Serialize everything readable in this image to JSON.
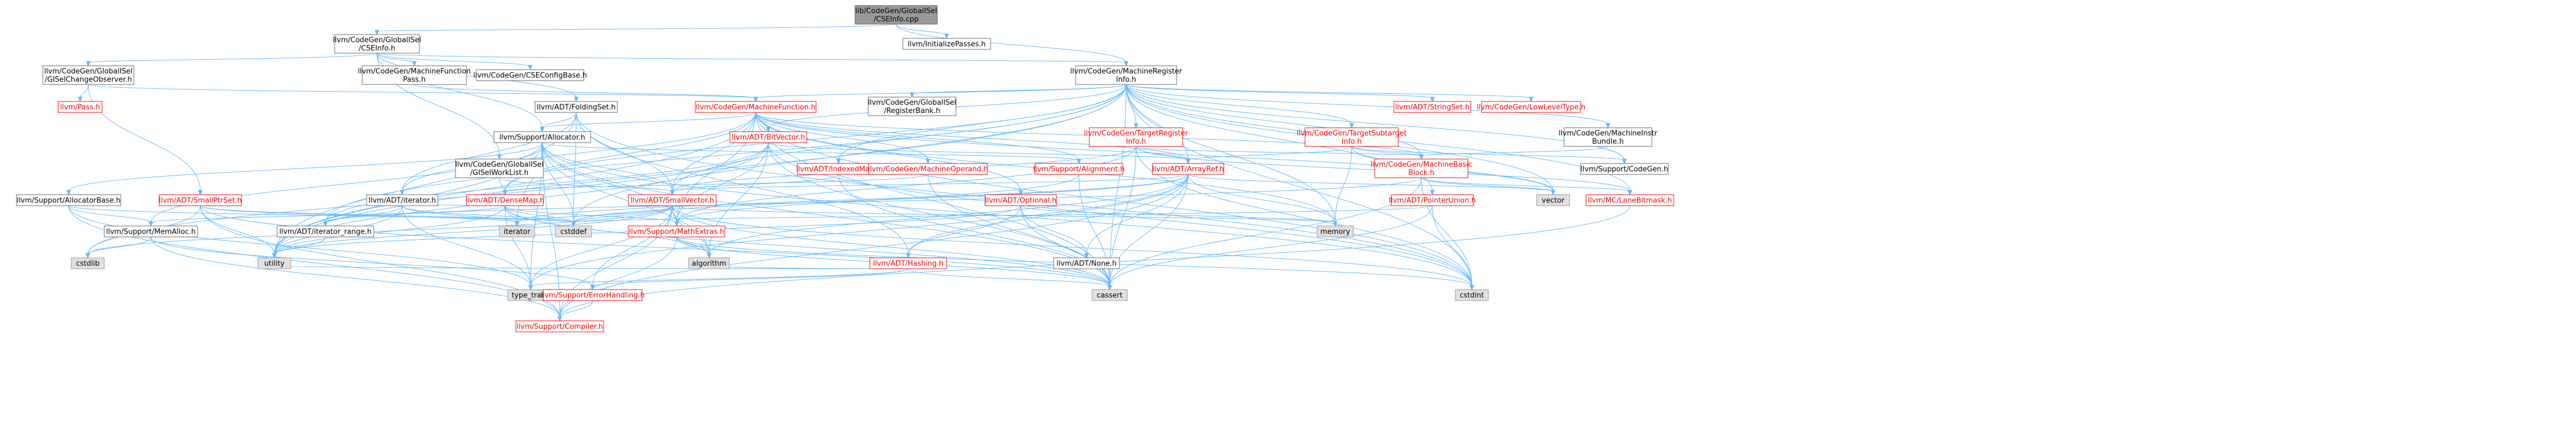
{
  "colors": {
    "root_fill": "#999999",
    "default_fill": "#ffffff",
    "default_stroke": "#666666",
    "linked_stroke": "#ff0000",
    "linked_text": "#ff0000",
    "system_fill": "#e0e0e0",
    "system_stroke": "#999999",
    "edge": "#63b8ff",
    "text": "#000000"
  },
  "nodes": [
    {
      "id": "root",
      "lines": [
        "lib/CodeGen/GlobalISel",
        "/CSEInfo.cpp"
      ],
      "kind": "root"
    },
    {
      "id": "cseinfo",
      "lines": [
        "llvm/CodeGen/GlobalISel",
        "/CSEInfo.h"
      ],
      "kind": "plain"
    },
    {
      "id": "initpasses",
      "lines": [
        "llvm/InitializePasses.h"
      ],
      "kind": "plain"
    },
    {
      "id": "gisel_obs",
      "lines": [
        "llvm/CodeGen/GlobalISel",
        "/GISelChangeObserver.h"
      ],
      "kind": "plain"
    },
    {
      "id": "mfpass",
      "lines": [
        "llvm/CodeGen/MachineFunction",
        "Pass.h"
      ],
      "kind": "plain"
    },
    {
      "id": "csecfg",
      "lines": [
        "llvm/CodeGen/CSEConfigBase.h"
      ],
      "kind": "plain"
    },
    {
      "id": "mri",
      "lines": [
        "llvm/CodeGen/MachineRegister",
        "Info.h"
      ],
      "kind": "plain"
    },
    {
      "id": "pass",
      "lines": [
        "llvm/Pass.h"
      ],
      "kind": "linked"
    },
    {
      "id": "foldingset",
      "lines": [
        "llvm/ADT/FoldingSet.h"
      ],
      "kind": "plain"
    },
    {
      "id": "mf",
      "lines": [
        "llvm/CodeGen/MachineFunction.h"
      ],
      "kind": "linked"
    },
    {
      "id": "regbank",
      "lines": [
        "llvm/CodeGen/GlobalISel",
        "/RegisterBank.h"
      ],
      "kind": "plain"
    },
    {
      "id": "stringset",
      "lines": [
        "llvm/ADT/StringSet.h"
      ],
      "kind": "linked"
    },
    {
      "id": "lowlevel",
      "lines": [
        "llvm/CodeGen/LowLevelType.h"
      ],
      "kind": "linked"
    },
    {
      "id": "allocator",
      "lines": [
        "llvm/Support/Allocator.h"
      ],
      "kind": "plain"
    },
    {
      "id": "bitvector",
      "lines": [
        "llvm/ADT/BitVector.h"
      ],
      "kind": "linked"
    },
    {
      "id": "tri",
      "lines": [
        "llvm/CodeGen/TargetRegister",
        "Info.h"
      ],
      "kind": "linked"
    },
    {
      "id": "tsi",
      "lines": [
        "llvm/CodeGen/TargetSubtarget",
        "Info.h"
      ],
      "kind": "linked"
    },
    {
      "id": "mibundle",
      "lines": [
        "llvm/CodeGen/MachineInstr",
        "Bundle.h"
      ],
      "kind": "plain"
    },
    {
      "id": "worklist",
      "lines": [
        "llvm/CodeGen/GlobalISel",
        "/GISelWorkList.h"
      ],
      "kind": "plain"
    },
    {
      "id": "indexedmap",
      "lines": [
        "llvm/ADT/IndexedMap.h"
      ],
      "kind": "linked"
    },
    {
      "id": "mop",
      "lines": [
        "llvm/CodeGen/MachineOperand.h"
      ],
      "kind": "linked"
    },
    {
      "id": "alignment",
      "lines": [
        "llvm/Support/Alignment.h"
      ],
      "kind": "linked"
    },
    {
      "id": "arrayref",
      "lines": [
        "llvm/ADT/ArrayRef.h"
      ],
      "kind": "linked"
    },
    {
      "id": "mbb",
      "lines": [
        "llvm/CodeGen/MachineBasic",
        "Block.h"
      ],
      "kind": "linked"
    },
    {
      "id": "scodegen",
      "lines": [
        "llvm/Support/CodeGen.h"
      ],
      "kind": "plain"
    },
    {
      "id": "allocbase",
      "lines": [
        "llvm/Support/AllocatorBase.h"
      ],
      "kind": "plain"
    },
    {
      "id": "smallptrset",
      "lines": [
        "llvm/ADT/SmallPtrSet.h"
      ],
      "kind": "linked"
    },
    {
      "id": "iterator",
      "lines": [
        "llvm/ADT/iterator.h"
      ],
      "kind": "plain"
    },
    {
      "id": "densemap",
      "lines": [
        "llvm/ADT/DenseMap.h"
      ],
      "kind": "linked"
    },
    {
      "id": "smallvector",
      "lines": [
        "llvm/ADT/SmallVector.h"
      ],
      "kind": "linked"
    },
    {
      "id": "optional",
      "lines": [
        "llvm/ADT/Optional.h"
      ],
      "kind": "linked"
    },
    {
      "id": "pointerunion",
      "lines": [
        "llvm/ADT/PointerUnion.h"
      ],
      "kind": "linked"
    },
    {
      "id": "lanebitmask",
      "lines": [
        "llvm/MC/LaneBitmask.h"
      ],
      "kind": "linked"
    },
    {
      "id": "vector",
      "lines": [
        "vector"
      ],
      "kind": "system"
    },
    {
      "id": "memalloc",
      "lines": [
        "llvm/Support/MemAlloc.h"
      ],
      "kind": "plain"
    },
    {
      "id": "iterrange",
      "lines": [
        "llvm/ADT/iterator_range.h"
      ],
      "kind": "plain"
    },
    {
      "id": "iteratorsys",
      "lines": [
        "iterator"
      ],
      "kind": "system"
    },
    {
      "id": "cstddef",
      "lines": [
        "cstddef"
      ],
      "kind": "system"
    },
    {
      "id": "mathextras",
      "lines": [
        "llvm/Support/MathExtras.h"
      ],
      "kind": "linked"
    },
    {
      "id": "hashing",
      "lines": [
        "llvm/ADT/Hashing.h"
      ],
      "kind": "linked"
    },
    {
      "id": "none",
      "lines": [
        "llvm/ADT/None.h"
      ],
      "kind": "plain"
    },
    {
      "id": "memory",
      "lines": [
        "memory"
      ],
      "kind": "system"
    },
    {
      "id": "cstdlib",
      "lines": [
        "cstdlib"
      ],
      "kind": "system"
    },
    {
      "id": "utility",
      "lines": [
        "utility"
      ],
      "kind": "system"
    },
    {
      "id": "typetraits",
      "lines": [
        "type_traits"
      ],
      "kind": "system"
    },
    {
      "id": "algorithm",
      "lines": [
        "algorithm"
      ],
      "kind": "system"
    },
    {
      "id": "errhandling",
      "lines": [
        "llvm/Support/ErrorHandling.h"
      ],
      "kind": "linked"
    },
    {
      "id": "cassert",
      "lines": [
        "cassert"
      ],
      "kind": "system"
    },
    {
      "id": "cstdint",
      "lines": [
        "cstdint"
      ],
      "kind": "system"
    },
    {
      "id": "compiler",
      "lines": [
        "llvm/Support/Compiler.h"
      ],
      "kind": "linked"
    }
  ],
  "edges": [
    [
      "root",
      "cseinfo"
    ],
    [
      "root",
      "initpasses"
    ],
    [
      "root",
      "mri"
    ],
    [
      "cseinfo",
      "gisel_obs"
    ],
    [
      "cseinfo",
      "mfpass"
    ],
    [
      "cseinfo",
      "csecfg"
    ],
    [
      "cseinfo",
      "foldingset"
    ],
    [
      "cseinfo",
      "allocator"
    ],
    [
      "cseinfo",
      "worklist"
    ],
    [
      "cseinfo",
      "mri"
    ],
    [
      "gisel_obs",
      "pass"
    ],
    [
      "gisel_obs",
      "smallptrset"
    ],
    [
      "gisel_obs",
      "mf"
    ],
    [
      "mfpass",
      "mf"
    ],
    [
      "mri",
      "mf"
    ],
    [
      "mri",
      "regbank"
    ],
    [
      "mri",
      "stringset"
    ],
    [
      "mri",
      "lowlevel"
    ],
    [
      "mri",
      "bitvector"
    ],
    [
      "mri",
      "tri"
    ],
    [
      "mri",
      "tsi"
    ],
    [
      "mri",
      "mibundle"
    ],
    [
      "mri",
      "indexedmap"
    ],
    [
      "mri",
      "arrayref"
    ],
    [
      "mri",
      "mbb"
    ],
    [
      "mri",
      "pointerunion"
    ],
    [
      "mri",
      "lanebitmask"
    ],
    [
      "mri",
      "densemap"
    ],
    [
      "mri",
      "smallvector"
    ],
    [
      "mri",
      "iterrange"
    ],
    [
      "mri",
      "vector"
    ],
    [
      "mri",
      "scodegen"
    ],
    [
      "mri",
      "memory"
    ],
    [
      "mri",
      "cassert"
    ],
    [
      "mri",
      "cstddef"
    ],
    [
      "mri",
      "cstdint"
    ],
    [
      "mri",
      "utility"
    ],
    [
      "foldingset",
      "allocator"
    ],
    [
      "foldingset",
      "smallvector"
    ],
    [
      "foldingset",
      "iterator"
    ],
    [
      "foldingset",
      "cstddef"
    ],
    [
      "foldingset",
      "cstdint"
    ],
    [
      "foldingset",
      "utility"
    ],
    [
      "foldingset",
      "hashing"
    ],
    [
      "mf",
      "allocator"
    ],
    [
      "mf",
      "bitvector"
    ],
    [
      "mf",
      "densemap"
    ],
    [
      "mf",
      "smallvector"
    ],
    [
      "mf",
      "arrayref"
    ],
    [
      "mf",
      "mbb"
    ],
    [
      "mf",
      "optional"
    ],
    [
      "mf",
      "iterator"
    ],
    [
      "mf",
      "alignment"
    ],
    [
      "mf",
      "mop"
    ],
    [
      "mf",
      "memory"
    ],
    [
      "mf",
      "vector"
    ],
    [
      "mf",
      "cassert"
    ],
    [
      "mf",
      "cstdint"
    ],
    [
      "mf",
      "utility"
    ],
    [
      "mf",
      "mathextras"
    ],
    [
      "allocator",
      "allocbase"
    ],
    [
      "allocator",
      "smallvector"
    ],
    [
      "allocator",
      "alignment"
    ],
    [
      "allocator",
      "compiler"
    ],
    [
      "allocator",
      "mathextras"
    ],
    [
      "allocator",
      "algorithm"
    ],
    [
      "allocator",
      "cassert"
    ],
    [
      "allocator",
      "cstddef"
    ],
    [
      "allocator",
      "cstdint"
    ],
    [
      "allocator",
      "iteratorsys"
    ],
    [
      "allocator",
      "utility"
    ],
    [
      "allocator",
      "typetraits"
    ],
    [
      "allocator",
      "memalloc"
    ],
    [
      "bitvector",
      "arrayref"
    ],
    [
      "bitvector",
      "iterrange"
    ],
    [
      "bitvector",
      "mathextras"
    ],
    [
      "bitvector",
      "algorithm"
    ],
    [
      "bitvector",
      "cassert"
    ],
    [
      "bitvector",
      "climits"
    ],
    [
      "bitvector",
      "cstdint"
    ],
    [
      "bitvector",
      "cstdlib"
    ],
    [
      "bitvector",
      "utility"
    ],
    [
      "tri",
      "arrayref"
    ],
    [
      "tri",
      "smallvector"
    ],
    [
      "tri",
      "mathextras"
    ],
    [
      "tri",
      "lanebitmask"
    ],
    [
      "tri",
      "mbb"
    ],
    [
      "tri",
      "cassert"
    ],
    [
      "tri",
      "cstdint"
    ],
    [
      "tsi",
      "arrayref"
    ],
    [
      "tsi",
      "scodegen"
    ],
    [
      "tsi",
      "memory"
    ],
    [
      "tsi",
      "vector"
    ],
    [
      "tsi",
      "mbb"
    ],
    [
      "mibundle",
      "mbb"
    ],
    [
      "worklist",
      "densemap"
    ],
    [
      "worklist",
      "smallvector"
    ],
    [
      "indexedmap",
      "smallvector"
    ],
    [
      "indexedmap",
      "cassert"
    ],
    [
      "mop",
      "densemap"
    ],
    [
      "mop",
      "cassert"
    ],
    [
      "alignment",
      "mathextras"
    ],
    [
      "alignment",
      "cassert"
    ],
    [
      "arrayref",
      "hashing"
    ],
    [
      "arrayref",
      "none"
    ],
    [
      "arrayref",
      "smallvector"
    ],
    [
      "arrayref",
      "compiler"
    ],
    [
      "arrayref",
      "algorithm"
    ],
    [
      "arrayref",
      "cassert"
    ],
    [
      "arrayref",
      "cstddef"
    ],
    [
      "arrayref",
      "memory"
    ],
    [
      "arrayref",
      "iteratorsys"
    ],
    [
      "arrayref",
      "typetraits"
    ],
    [
      "arrayref",
      "vector"
    ],
    [
      "mbb",
      "lanebitmask"
    ],
    [
      "mbb",
      "vector"
    ],
    [
      "mbb",
      "cassert"
    ],
    [
      "mbb",
      "cstdint"
    ],
    [
      "mbb",
      "iterrange"
    ],
    [
      "allocbase",
      "compiler"
    ],
    [
      "allocbase",
      "memalloc"
    ],
    [
      "allocbase",
      "cstddef"
    ],
    [
      "allocbase",
      "typetraits"
    ],
    [
      "smallptrset",
      "compiler"
    ],
    [
      "smallptrset",
      "cassert"
    ],
    [
      "smallptrset",
      "cstddef"
    ],
    [
      "smallptrset",
      "cstdlib"
    ],
    [
      "smallptrset",
      "iteratorsys"
    ],
    [
      "smallptrset",
      "utility"
    ],
    [
      "iterator",
      "iterrange"
    ],
    [
      "iterator",
      "cstddef"
    ],
    [
      "iterator",
      "iteratorsys"
    ],
    [
      "iterator",
      "typetraits"
    ],
    [
      "iterator",
      "utility"
    ],
    [
      "densemap",
      "iterator"
    ],
    [
      "densemap",
      "mathextras"
    ],
    [
      "densemap",
      "memalloc"
    ],
    [
      "densemap",
      "algorithm"
    ],
    [
      "densemap",
      "cassert"
    ],
    [
      "densemap",
      "cstddef"
    ],
    [
      "densemap",
      "iteratorsys"
    ],
    [
      "densemap",
      "typetraits"
    ],
    [
      "densemap",
      "utility"
    ],
    [
      "smallvector",
      "compiler"
    ],
    [
      "smallvector",
      "errhandling"
    ],
    [
      "smallvector",
      "algorithm"
    ],
    [
      "smallvector",
      "cassert"
    ],
    [
      "smallvector",
      "cstddef"
    ],
    [
      "smallvector",
      "cstdint"
    ],
    [
      "smallvector",
      "cstdlib"
    ],
    [
      "smallvector",
      "iteratorsys"
    ],
    [
      "smallvector",
      "memory"
    ],
    [
      "smallvector",
      "typetraits"
    ],
    [
      "smallvector",
      "utility"
    ],
    [
      "smallvector",
      "mathextras"
    ],
    [
      "optional",
      "hashing"
    ],
    [
      "optional",
      "none"
    ],
    [
      "optional",
      "cassert"
    ],
    [
      "optional",
      "memory"
    ],
    [
      "optional",
      "utility"
    ],
    [
      "pointerunion",
      "cassert"
    ],
    [
      "pointerunion",
      "cstddef"
    ],
    [
      "pointerunion",
      "cstdint"
    ],
    [
      "lanebitmask",
      "compiler"
    ],
    [
      "memalloc",
      "compiler"
    ],
    [
      "memalloc",
      "errhandling"
    ],
    [
      "memalloc",
      "cstdlib"
    ],
    [
      "iterrange",
      "utility"
    ],
    [
      "mathextras",
      "compiler"
    ],
    [
      "mathextras",
      "cassert"
    ],
    [
      "mathextras",
      "algorithm"
    ],
    [
      "mathextras",
      "cstdint"
    ],
    [
      "mathextras",
      "type_traits_dummy"
    ],
    [
      "hashing",
      "errhandling"
    ],
    [
      "hashing",
      "algorithm"
    ],
    [
      "hashing",
      "cassert"
    ],
    [
      "hashing",
      "typetraits"
    ],
    [
      "hashing",
      "utility"
    ],
    [
      "errhandling",
      "compiler"
    ]
  ]
}
